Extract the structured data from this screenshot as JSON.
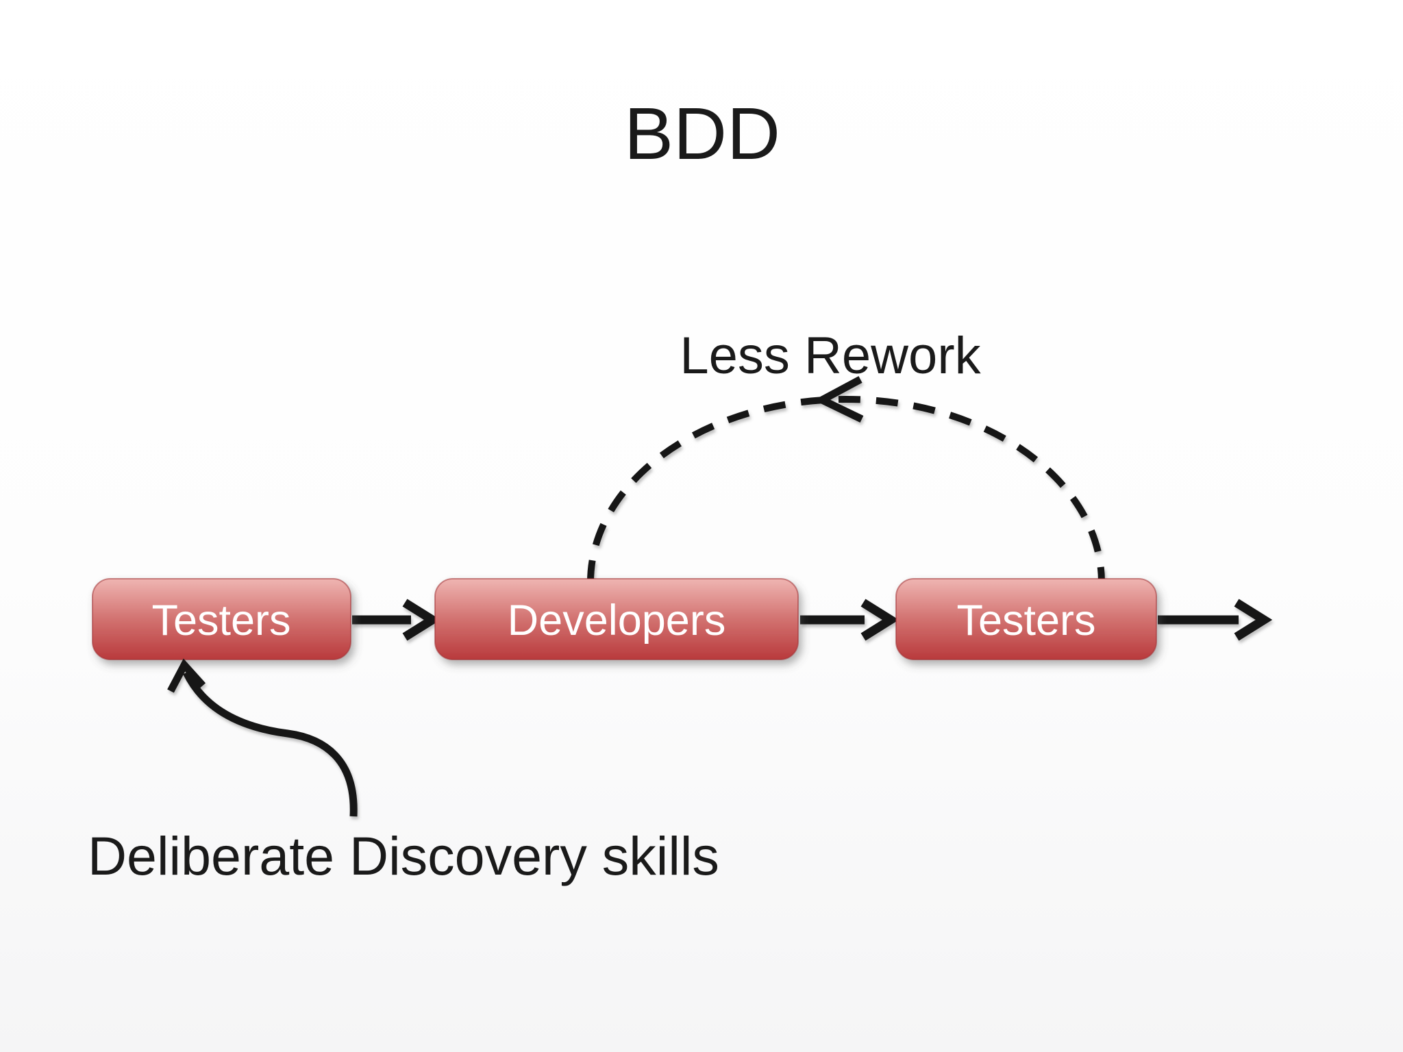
{
  "slide": {
    "title": "BDD"
  },
  "diagram": {
    "nodes": [
      {
        "id": "testers-left",
        "label": "Testers"
      },
      {
        "id": "developers",
        "label": "Developers"
      },
      {
        "id": "testers-right",
        "label": "Testers"
      }
    ],
    "annotations": {
      "less_rework": "Less Rework",
      "deliberate_discovery": "Deliberate Discovery skills"
    },
    "flow": [
      "testers-left -> developers",
      "developers -> testers-right",
      "testers-right -> out",
      "testers-right -> developers (dashed: Less Rework)",
      "deliberate-discovery -> testers-left"
    ]
  },
  "colors": {
    "box_top": "#efb5b2",
    "box_mid": "#d27270",
    "box_bottom": "#b93a3c",
    "box_edge": "#a03234",
    "arrow": "#151515",
    "text_dark": "#1a1a1a",
    "text_light": "#ffffff"
  }
}
